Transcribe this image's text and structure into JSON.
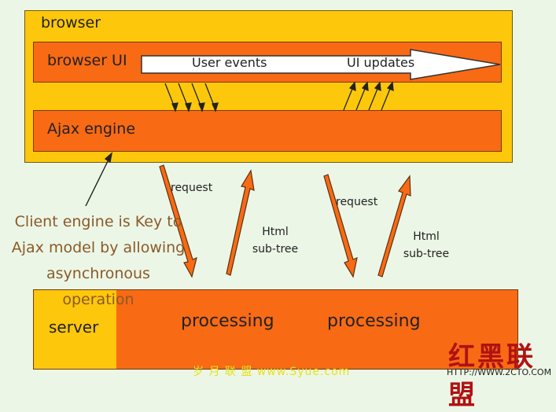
{
  "browser": {
    "title": "browser",
    "ui_label": "browser UI",
    "user_events": "User events",
    "ui_updates": "UI updates",
    "ajax_label": "Ajax engine"
  },
  "exchange_1": {
    "request": "request",
    "response_line1": "Html",
    "response_line2": "sub-tree"
  },
  "exchange_2": {
    "request": "request",
    "response_line1": "Html",
    "response_line2": "sub-tree"
  },
  "note": {
    "line1": "Client engine is Key to",
    "line2": "Ajax model by allowing",
    "line3": "asynchronous operation"
  },
  "server": {
    "label": "server",
    "processing_1": "processing",
    "processing_2": "processing"
  },
  "watermark": {
    "cn": "红黑联盟",
    "url": "HTTP://WWW.2CTO.COM",
    "bottom": "岁 月 联 盟  www.Syue.com"
  },
  "colors": {
    "yellow": "#fdc70b",
    "orange": "#f86a14",
    "note_text": "#8a5a2a"
  }
}
